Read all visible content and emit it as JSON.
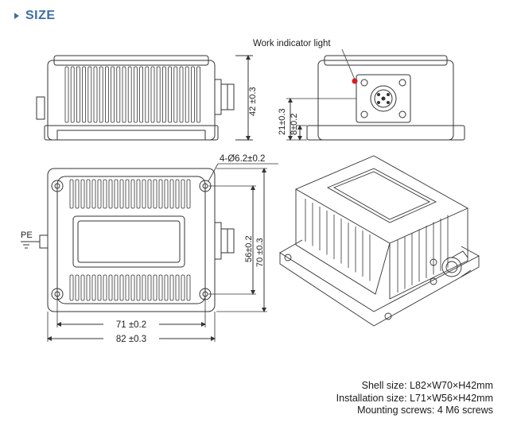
{
  "section": {
    "title": "SIZE"
  },
  "labels": {
    "work_indicator": "Work indicator light",
    "height_total": "42 ±0.3",
    "connector_height": "21±0.3",
    "base_height": "8±0.2",
    "hole_spec": "4-Ø6.2±0.2",
    "pe": "PE",
    "inner_height": "56±0.2",
    "outer_height": "70 ±0.3",
    "inner_width": "71 ±0.2",
    "outer_width": "82 ±0.3"
  },
  "specs": {
    "shell": "Shell size: L82×W70×H42mm",
    "installation": "Installation size: L71×W56×H42mm",
    "screws": "Mounting screws: 4 M6 screws"
  },
  "colors": {
    "accent": "#3b6ea3",
    "indicator": "#d42020",
    "line": "#333333"
  }
}
